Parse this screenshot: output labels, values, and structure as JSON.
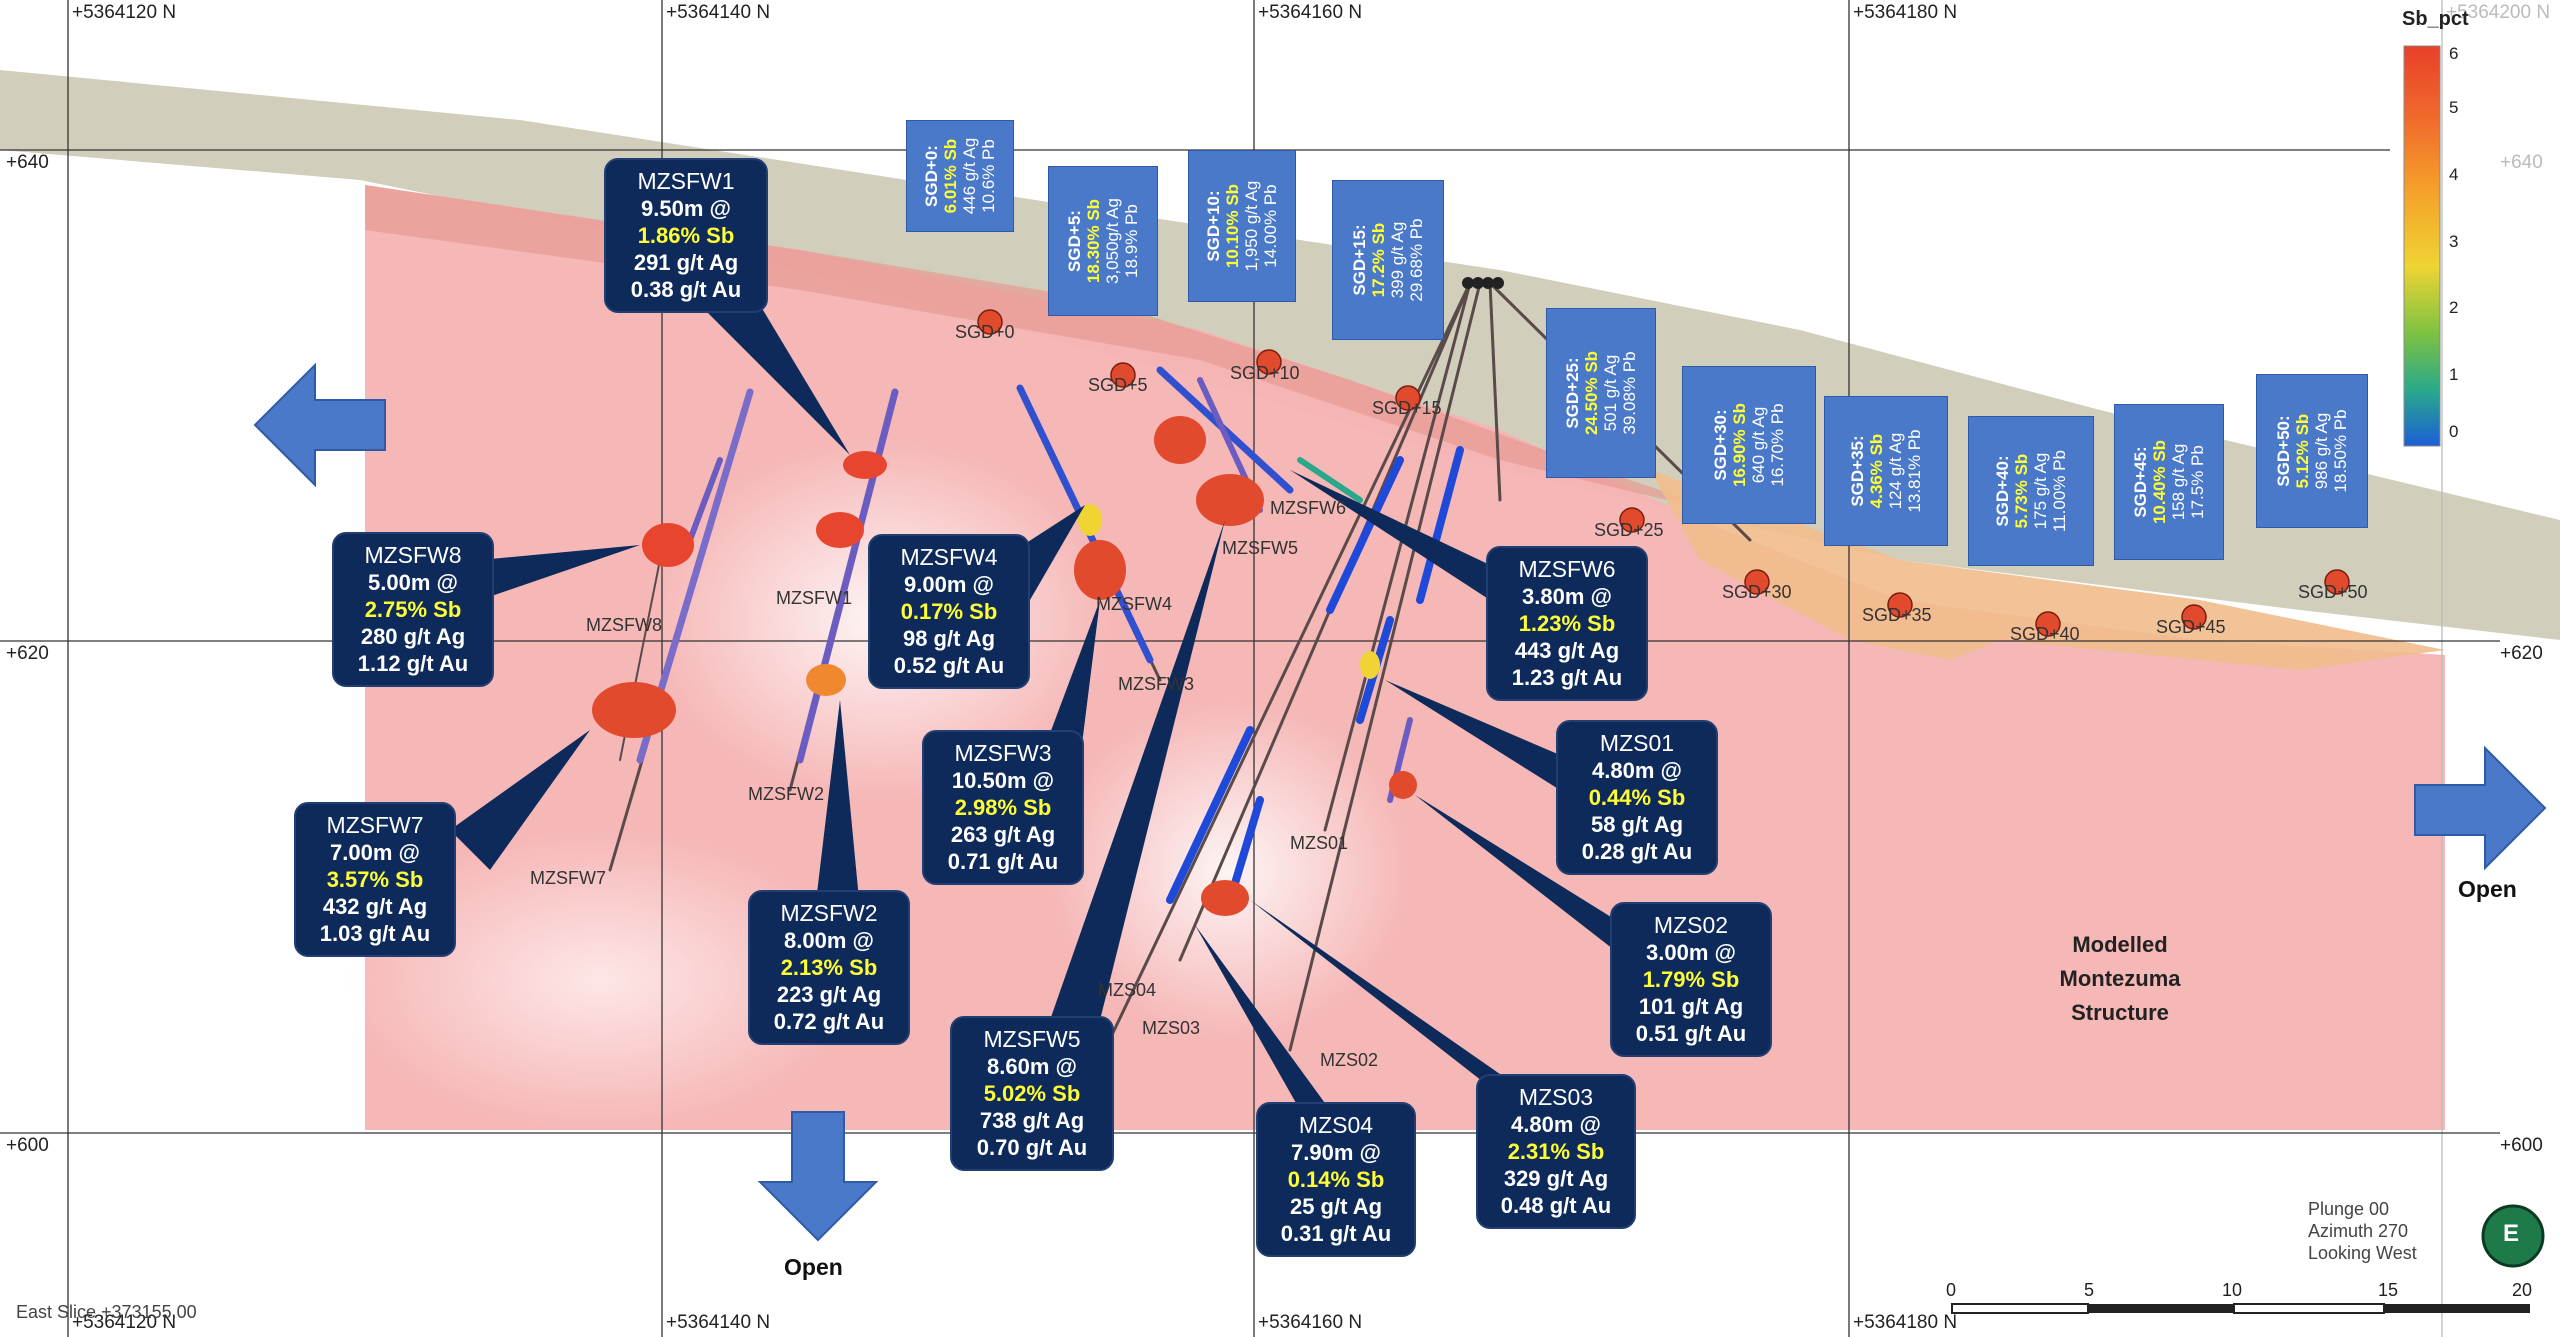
{
  "grid": {
    "northings_top": [
      "+5364120 N",
      "+5364140 N",
      "+5364160 N",
      "+5364180 N",
      "+5364200 N"
    ],
    "northings_bottom": [
      "+5364120 N",
      "+5364140 N",
      "+5364160 N",
      "+5364180 N"
    ],
    "elevations_left": [
      "+640",
      "+620",
      "+600"
    ],
    "elevations_right": [
      "+640",
      "+620",
      "+600"
    ]
  },
  "slice_label": "East Slice +373155.00",
  "legend": {
    "title": "Sb_pct",
    "ticks": [
      "6",
      "5",
      "4",
      "3",
      "2",
      "1",
      "0"
    ],
    "colors": [
      "#e8402a",
      "#f06a2c",
      "#f5a02a",
      "#efd433",
      "#7cc242",
      "#2aa98a",
      "#1b5fd6"
    ]
  },
  "view": {
    "plunge": "Plunge 00",
    "azimuth": "Azimuth 270",
    "looking": "Looking West",
    "compass": "E"
  },
  "scale_bar": [
    "0",
    "5",
    "10",
    "15",
    "20"
  ],
  "open_labels": [
    "Open",
    "Open"
  ],
  "modelled_structure": [
    "Modelled",
    "Montezuma",
    "Structure"
  ],
  "drillhole_labels": [
    "MZSFW8",
    "MZSFW1",
    "MZSFW7",
    "MZSFW2",
    "MZSFW4",
    "MZSFW3",
    "MZSFW5",
    "MZSFW6",
    "MZS01",
    "MZS04",
    "MZS03",
    "MZS02"
  ],
  "sgd_point_labels": [
    "SGD+0",
    "SGD+5",
    "SGD+10",
    "SGD+15",
    "SGD+25",
    "SGD+30",
    "SGD+35",
    "SGD+40",
    "SGD+45",
    "SGD+50"
  ],
  "callouts": [
    {
      "name": "MZSFW1",
      "l1": "9.50m @",
      "l2": "1.86% Sb",
      "l3": "291 g/t Ag",
      "l4": "0.38 g/t Au"
    },
    {
      "name": "MZSFW8",
      "l1": "5.00m @",
      "l2": "2.75% Sb",
      "l3": "280 g/t Ag",
      "l4": "1.12 g/t Au"
    },
    {
      "name": "MZSFW7",
      "l1": "7.00m @",
      "l2": "3.57% Sb",
      "l3": "432 g/t Ag",
      "l4": "1.03 g/t Au"
    },
    {
      "name": "MZSFW2",
      "l1": "8.00m @",
      "l2": "2.13% Sb",
      "l3": "223 g/t Ag",
      "l4": "0.72 g/t Au"
    },
    {
      "name": "MZSFW4",
      "l1": "9.00m @",
      "l2": "0.17% Sb",
      "l3": "98 g/t Ag",
      "l4": "0.52 g/t Au"
    },
    {
      "name": "MZSFW3",
      "l1": "10.50m @",
      "l2": "2.98% Sb",
      "l3": "263 g/t Ag",
      "l4": "0.71 g/t Au"
    },
    {
      "name": "MZSFW5",
      "l1": "8.60m @",
      "l2": "5.02% Sb",
      "l3": "738 g/t Ag",
      "l4": "0.70 g/t Au"
    },
    {
      "name": "MZSFW6",
      "l1": "3.80m @",
      "l2": "1.23% Sb",
      "l3": "443 g/t Ag",
      "l4": "1.23 g/t Au"
    },
    {
      "name": "MZS01",
      "l1": "4.80m @",
      "l2": "0.44% Sb",
      "l3": "58 g/t Ag",
      "l4": "0.28 g/t Au"
    },
    {
      "name": "MZS02",
      "l1": "3.00m @",
      "l2": "1.79% Sb",
      "l3": "101 g/t Ag",
      "l4": "0.51 g/t Au"
    },
    {
      "name": "MZS03",
      "l1": "4.80m @",
      "l2": "2.31% Sb",
      "l3": "329 g/t Ag",
      "l4": "0.48 g/t Au"
    },
    {
      "name": "MZS04",
      "l1": "7.90m @",
      "l2": "0.14% Sb",
      "l3": "25 g/t Ag",
      "l4": "0.31 g/t Au"
    }
  ],
  "sgd_boxes": [
    {
      "id": "SGD+0:",
      "sb": "6.01% Sb",
      "ag": "446 g/t Ag",
      "pb": "10.6% Pb"
    },
    {
      "id": "SGD+5:",
      "sb": "18.30% Sb",
      "ag": "3,050g/t Ag",
      "pb": "18.9% Pb"
    },
    {
      "id": "SGD+10:",
      "sb": "10.10% Sb",
      "ag": "1,950 g/t Ag",
      "pb": "14.00% Pb"
    },
    {
      "id": "SGD+15:",
      "sb": "17.2% Sb",
      "ag": "399 g/t Ag",
      "pb": "29.68% Pb"
    },
    {
      "id": "SGD+25:",
      "sb": "24.50% Sb",
      "ag": "501 g/t Ag",
      "pb": "39.08% Pb"
    },
    {
      "id": "SGD+30:",
      "sb": "16.90% Sb",
      "ag": "640 g/t Ag",
      "pb": "16.70% Pb"
    },
    {
      "id": "SGD+35:",
      "sb": "4.36% Sb",
      "ag": "124 g/t Ag",
      "pb": "13.81% Pb"
    },
    {
      "id": "SGD+40:",
      "sb": "5.73% Sb",
      "ag": "175 g/t Ag",
      "pb": "11.00% Pb"
    },
    {
      "id": "SGD+45:",
      "sb": "10.40% Sb",
      "ag": "158 g/t Ag",
      "pb": "17.5% Pb"
    },
    {
      "id": "SGD+50:",
      "sb": "5.12% Sb",
      "ag": "986 g/t Ag",
      "pb": "18.50% Pb"
    }
  ]
}
